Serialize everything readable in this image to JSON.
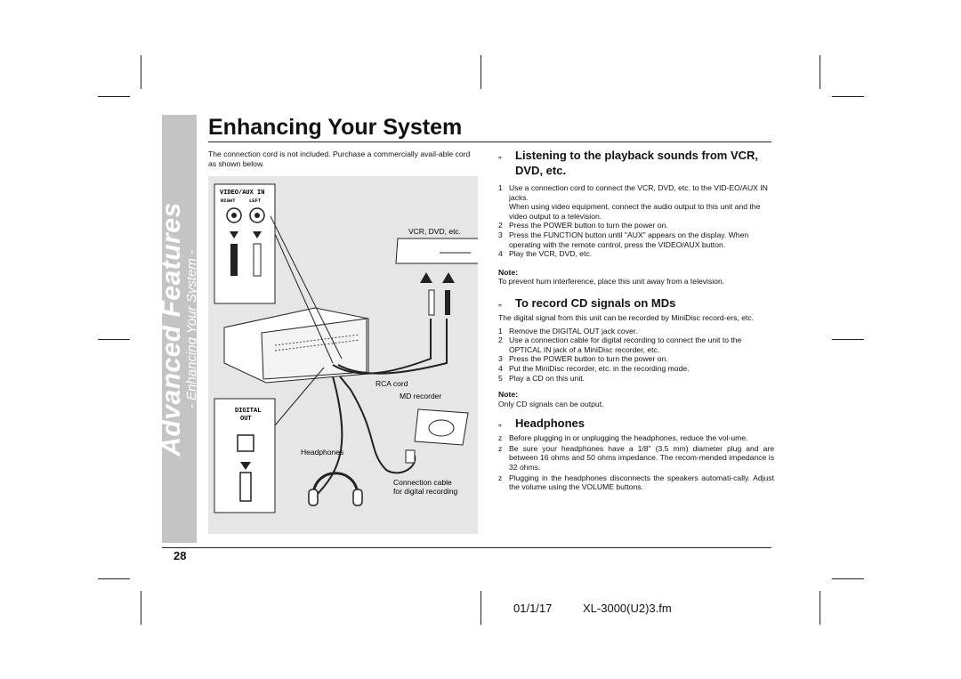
{
  "sidebar": {
    "title": "Advanced Features",
    "subtitle": "- Enhancing Your System -"
  },
  "page_title": "Enhancing Your System",
  "intro": "The connection cord is not included. Purchase a commercially avail-able cord as shown below.",
  "figure": {
    "video_aux_label": "VIDEO/AUX IN",
    "right_label": "RIGHT",
    "left_label": "LEFT",
    "digital_label_1": "DIGITAL",
    "digital_label_2": "OUT",
    "vcr_label": "VCR, DVD, etc.",
    "rca_label": "RCA cord",
    "md_label": "MD recorder",
    "headphones_label": "Headphones",
    "cable_label_1": "Connection cable",
    "cable_label_2": "for digital recording"
  },
  "section1": {
    "bullet": "„",
    "heading": "Listening to the playback sounds from VCR, DVD, etc.",
    "steps": [
      {
        "num": "1",
        "text": "Use a connection cord to connect the VCR, DVD, etc. to the VID-EO/AUX IN jacks."
      },
      {
        "num": "",
        "text": "When using video equipment, connect the audio output to this unit and the video output to a television."
      },
      {
        "num": "2",
        "text": "Press the POWER button to turn the power on."
      },
      {
        "num": "3",
        "text": "Press the FUNCTION button until \"AUX\" appears on the display. When operating with the remote control, press the VIDEO/AUX button."
      },
      {
        "num": "4",
        "text": "Play the VCR, DVD, etc."
      }
    ],
    "note_label": "Note:",
    "note": "To prevent hum interference, place this unit away from a television."
  },
  "section2": {
    "bullet": "„",
    "heading": "To record CD signals on MDs",
    "intro": "The digital signal from this unit can be recorded by MiniDisc record-ers, etc.",
    "steps": [
      {
        "num": "1",
        "text": "Remove the DIGITAL OUT jack cover."
      },
      {
        "num": "2",
        "text": "Use a connection cable for digital recording to connect the unit to the OPTICAL IN jack of a MiniDisc recorder, etc."
      },
      {
        "num": "3",
        "text": "Press the POWER button to turn the power on."
      },
      {
        "num": "4",
        "text": "Put the MiniDisc recorder, etc. in the recording mode."
      },
      {
        "num": "5",
        "text": "Play a CD on this unit."
      }
    ],
    "note_label": "Note:",
    "note": "Only CD signals can be output."
  },
  "section3": {
    "bullet": "„",
    "heading": "Headphones",
    "items": [
      {
        "mark": "z",
        "text": "Before plugging in or unplugging the headphones, reduce the vol-ume."
      },
      {
        "mark": "z",
        "text": "Be sure your headphones have a 1/8\" (3.5 mm) diameter plug and are between 16 ohms and 50 ohms impedance. The recom-mended impedance is 32 ohms."
      },
      {
        "mark": "z",
        "text": "Plugging in the headphones disconnects the speakers automati-cally. Adjust the volume using the VOLUME buttons."
      }
    ]
  },
  "page_number": "28",
  "footer": {
    "date": "01/1/17",
    "file": "XL-3000(U2)3.fm"
  }
}
